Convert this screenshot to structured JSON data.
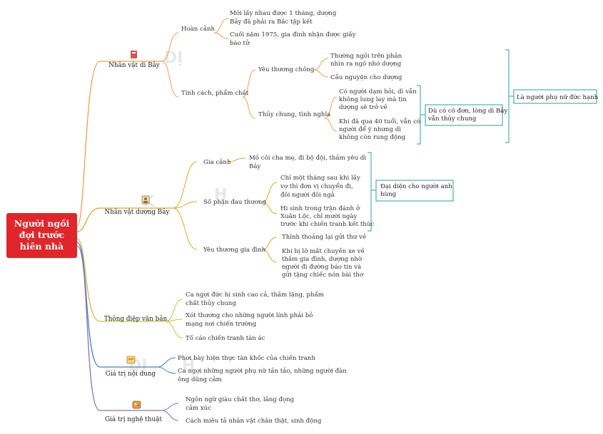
{
  "root": {
    "lines": [
      "Người ngồi",
      "đợi trước",
      "hiên nhà"
    ]
  },
  "colors": {
    "root_bg": "#e0262a",
    "orange": "#f0a050",
    "gold": "#e0a820",
    "olive": "#c8c040",
    "teal": "#2e9f9f",
    "blue": "#3f7fc8",
    "purple": "#8b6fb5",
    "note_border": "#2e9f9f"
  },
  "branches": {
    "b1": {
      "label": "Nhân vật dì Bảy",
      "icon": "book-icon",
      "hoan_canh": {
        "label": "Hoàn cảnh",
        "items": [
          [
            "Mới lấy nhau được 1 tháng, dượng",
            "Bảy đã phải ra Bắc tập kết"
          ],
          [
            "Cuối năm 1975, gia đình nhận được giấy",
            "báo tử"
          ]
        ]
      },
      "tinh_cach": {
        "label": "Tính cách, phẩm chất",
        "yeu_thuong": {
          "label": "Yêu thương chồng",
          "items": [
            [
              "Thường ngồi trên phản",
              "nhìn ra ngõ nhớ dượng"
            ],
            [
              "Cầu nguyện cho dượng"
            ]
          ]
        },
        "thuy_chung": {
          "label": "Thủy chung, tình nghĩa",
          "items": [
            [
              "Có người dạm hỏi, dì vẫn",
              "không lung lay mà tin",
              "dượng sẽ trở về"
            ],
            [
              "Khi đã qua 40 tuổi, vẫn có",
              "người để ý nhưng dì",
              "không còn rung động"
            ]
          ]
        }
      },
      "summary1": [
        "Dù có cô đơn, lòng dì Bảy",
        "vẫn thủy chung"
      ],
      "summary2": "Là người phụ nữ đức hạnh"
    },
    "b2": {
      "label": "Nhân vật dượng Bảy",
      "icon": "portrait-icon",
      "gia_canh": {
        "label": "Gia cảnh",
        "items": [
          [
            "Mồ côi cha mẹ, đi bộ đội, thầm yêu dì",
            "Bảy"
          ]
        ]
      },
      "so_phan": {
        "label": "Số phận đau thương",
        "items": [
          [
            "Chỉ một tháng sau khi lấy",
            "vợ thì đơn vị chuyển đi,",
            "đôi người đôi ngả"
          ],
          [
            "Hi sinh trong trận đánh ở",
            "Xuân Lộc, chỉ mười ngày",
            "trước khi chiến tranh kết thúc"
          ]
        ]
      },
      "yeu_thuong": {
        "label": "Yêu thương gia đình",
        "items": [
          [
            "Thỉnh thoảng lại gửi thư về"
          ],
          [
            "Khi bị lỡ mất chuyến xe về",
            "thăm gia đình, dượng nhờ",
            "người đi đường báo tin và",
            "gửi tặng chiếc nón bài thơ"
          ]
        ]
      },
      "summary": [
        "Đại diện cho người anh",
        "hùng"
      ]
    },
    "b3": {
      "label": "Thông điệp văn bản",
      "items": [
        [
          "Ca ngợi đức hi sinh cao cả, thầm lặng, phẩm",
          "chất thủy chung"
        ],
        [
          "Xót thương cho những người lính phải bỏ",
          "mạng nơi chiến trường"
        ],
        [
          "Tố cáo chiến tranh tàn ác"
        ]
      ]
    },
    "b4": {
      "label": "Giá trị nội dung",
      "icon": "document-icon",
      "items": [
        [
          "Phơi bày hiện thực tàn khốc của chiến tranh"
        ],
        [
          "Ca ngợi những người phụ nữ tần tảo, những người đàn",
          "ông dũng cảm"
        ]
      ]
    },
    "b5": {
      "label": "Giá trị nghệ thuật",
      "icon": "palette-icon",
      "items": [
        [
          "Ngôn ngữ giàu chất thơ, lắng đọng",
          "cảm xúc"
        ],
        [
          "Cách miêu tả nhân vật chân thật, sinh động"
        ]
      ]
    }
  }
}
